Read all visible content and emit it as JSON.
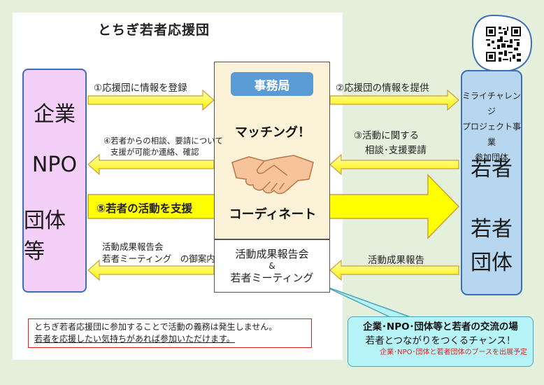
{
  "title": "とちぎ若者応援団",
  "left_box": {
    "line1": "企業",
    "line2": "NPO",
    "line3": "団体等"
  },
  "center": {
    "office": "事務局",
    "matching": "マッチング！",
    "coordinate": "コーディネート",
    "report_line1": "活動成果報告会",
    "report_amp": "&",
    "report_line2": "若者ミーティング"
  },
  "right_box": {
    "mirai_line1": "ミライチャレンジ",
    "mirai_line2": "プロジェクト事業",
    "mirai_line3": "参加団体",
    "youth": "若者",
    "youth_group_line1": "若者",
    "youth_group_line2": "団体"
  },
  "arrows": {
    "a1": "①応援団に情報を登録",
    "a2": "②応援団の情報を提供",
    "a3_line1": "③活動に関する",
    "a3_line2": "相談･支援要請",
    "a4_line1": "④若者からの相談、要請について",
    "a4_line2": "支援が可能か連絡、確認",
    "a5": "⑤若者の活動を支援",
    "report_right": "活動成果報告",
    "report_left_line1": "活動成果報告会",
    "report_left_line2": "若者ミーティング　の御案内"
  },
  "notice": {
    "line1": "とちぎ若者応援団に参加することで活動の義務は発生しません。",
    "line2": "若者を応援したい気持ちがあれば参加いただけます。"
  },
  "callout": {
    "line1": "企業･NPO･団体等と若者の交流の場",
    "line2": "若者とつながりをつくるチャンス！",
    "line3": "企業･NPO･団体と若者団体のブースを出展予定"
  },
  "colors": {
    "arrow_fill": "#ffff00",
    "arrow_stroke": "#c8a040",
    "left_fill": "#f4cff7",
    "right_fill": "#b7d7f0",
    "office_fill": "#5b9bd5",
    "callout_fill": "#b6f3f7",
    "notice_border": "#e02020"
  }
}
